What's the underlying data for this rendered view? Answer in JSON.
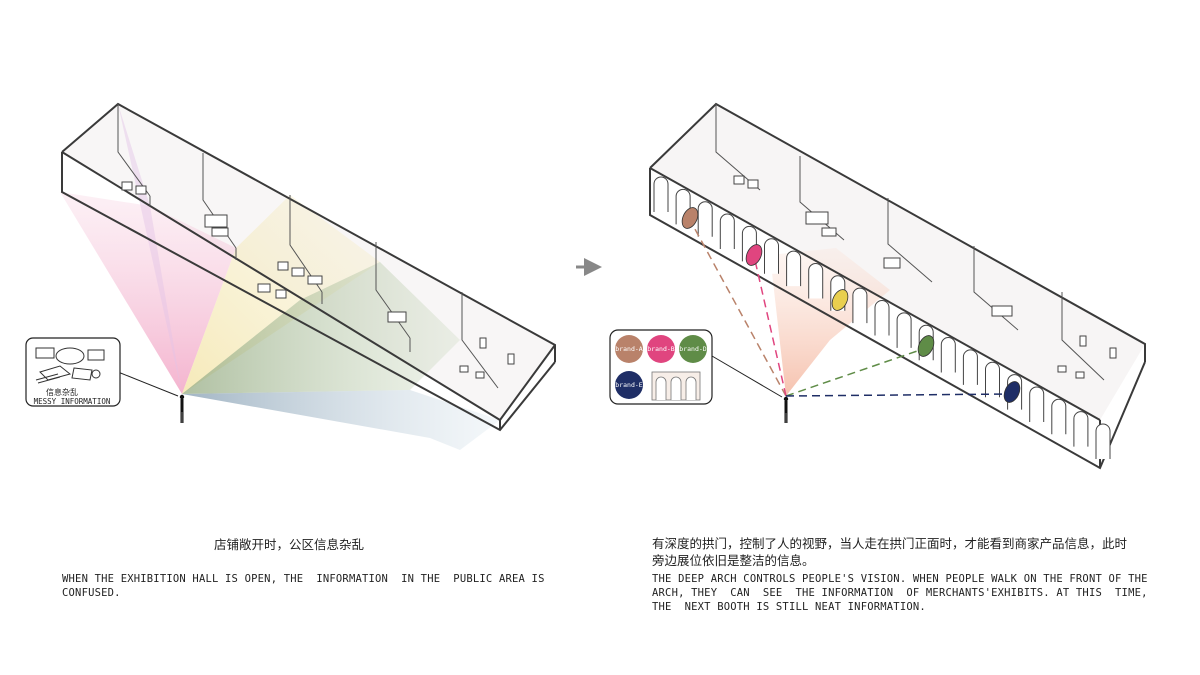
{
  "left_panel": {
    "callout_cn": "信息杂乱",
    "callout_en": "MESSY INFORMATION",
    "caption_cn": "店铺敞开时，公区信息杂乱",
    "caption_en": "WHEN THE EXHIBITION HALL IS OPEN, THE  INFORMATION  IN THE  PUBLIC AREA IS CONFUSED."
  },
  "right_panel": {
    "brands": [
      "brand-A",
      "brand-B",
      "brand-D",
      "brand-E"
    ],
    "caption_cn_line1": "有深度的拱门，控制了人的视野，当人走在拱门正面时，才能看到商家产品信息，此时",
    "caption_cn_line2": "旁边展位依旧是整洁的信息。",
    "caption_en": "THE DEEP ARCH CONTROLS PEOPLE'S VISION. WHEN PEOPLE WALK ON THE FRONT OF THE ARCH, THEY  CAN  SEE  THE INFORMATION  OF MERCHANTS'EXHIBITS. AT THIS  TIME, THE  NEXT BOOTH IS STILL NEAT INFORMATION."
  },
  "colors": {
    "brand_a": "#b9826a",
    "brand_b": "#e0457f",
    "brand_d": "#5f8c47",
    "brand_e": "#1f2e66",
    "yellow_sign": "#e9cf4f",
    "arrow": "#888888"
  }
}
